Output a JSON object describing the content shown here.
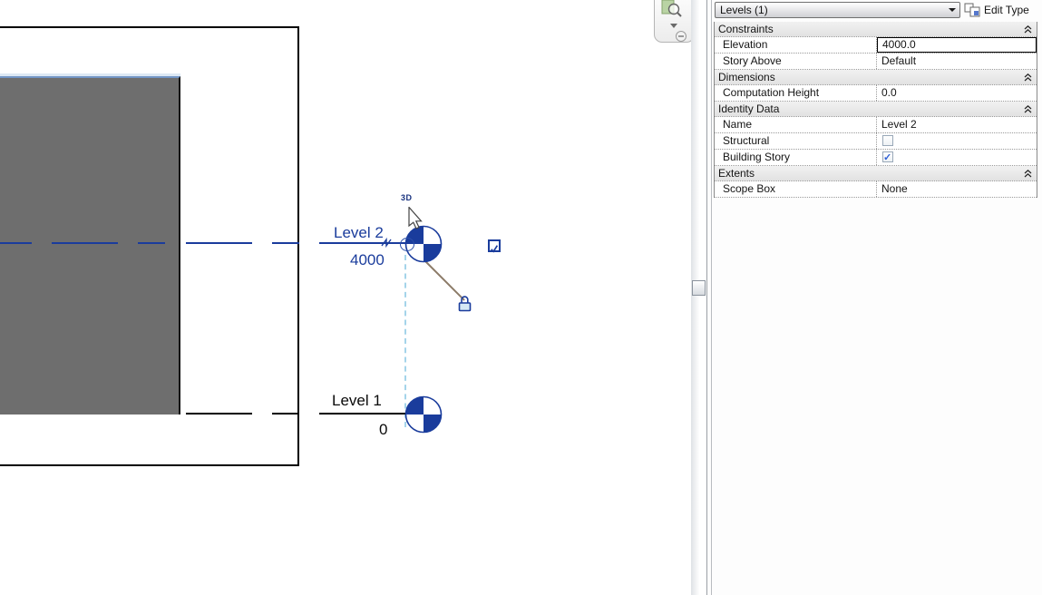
{
  "drawing": {
    "level2": {
      "label": "Level 2",
      "elevation": "4000",
      "tag_3d": "3D"
    },
    "level1": {
      "label": "Level 1",
      "elevation": "0"
    },
    "colors": {
      "level_selected_blue": "#1a3c9c",
      "level_black": "#000000",
      "witness_line_blue": "#a5d4ea",
      "mass_gray": "#6e6e6e",
      "highlight_edge_blue": "#7396c6",
      "leader_tan": "#8c7b68"
    }
  },
  "navigation_bar": {
    "icons": [
      "zoom-region-icon",
      "dropdown-arrow-icon",
      "collapse-minus-icon"
    ]
  },
  "properties_panel": {
    "type_selector": "Levels (1)",
    "edit_type": "Edit Type",
    "sections": [
      {
        "title": "Constraints",
        "rows": [
          {
            "label": "Elevation",
            "value": "4000.0"
          },
          {
            "label": "Story Above",
            "value": "Default"
          }
        ]
      },
      {
        "title": "Dimensions",
        "rows": [
          {
            "label": "Computation Height",
            "value": "0.0"
          }
        ]
      },
      {
        "title": "Identity Data",
        "rows": [
          {
            "label": "Name",
            "value": "Level 2"
          },
          {
            "label": "Structural",
            "checked": false
          },
          {
            "label": "Building Story",
            "checked": true
          }
        ]
      },
      {
        "title": "Extents",
        "rows": [
          {
            "label": "Scope Box",
            "value": "None"
          }
        ]
      }
    ]
  }
}
